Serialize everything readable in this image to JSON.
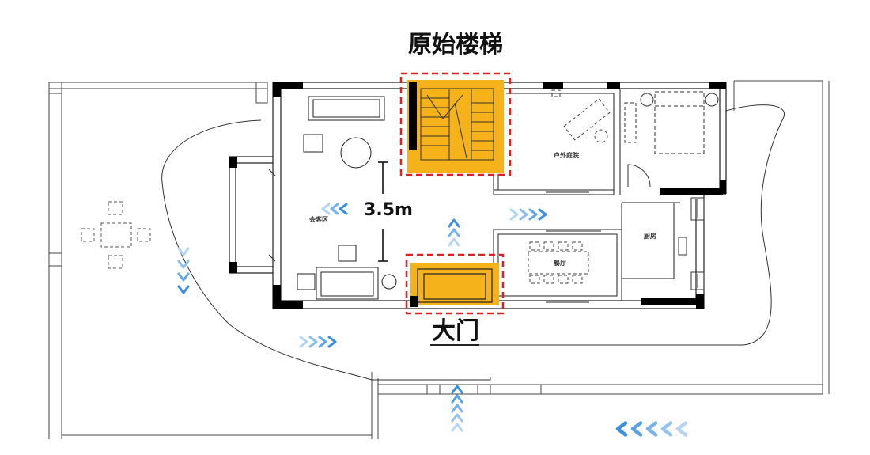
{
  "labels": {
    "original_stairs": "原始楼梯",
    "main_door": "大门",
    "span": "3.5m",
    "reception_area": "会客区",
    "courtyard": "户外庭院",
    "dining": "餐厅",
    "kitchen": "厨房"
  },
  "colors": {
    "highlight_fill": "#F5B21A",
    "highlight_border": "#E02020",
    "wall": "#000000",
    "line": "#333333",
    "arrow_strong": "#3A8FE0",
    "arrow_light": "#C9E3F8"
  },
  "icons": {
    "flow_arrow": "chevron-arrow",
    "stair": "stair-icon",
    "door": "door-icon"
  }
}
